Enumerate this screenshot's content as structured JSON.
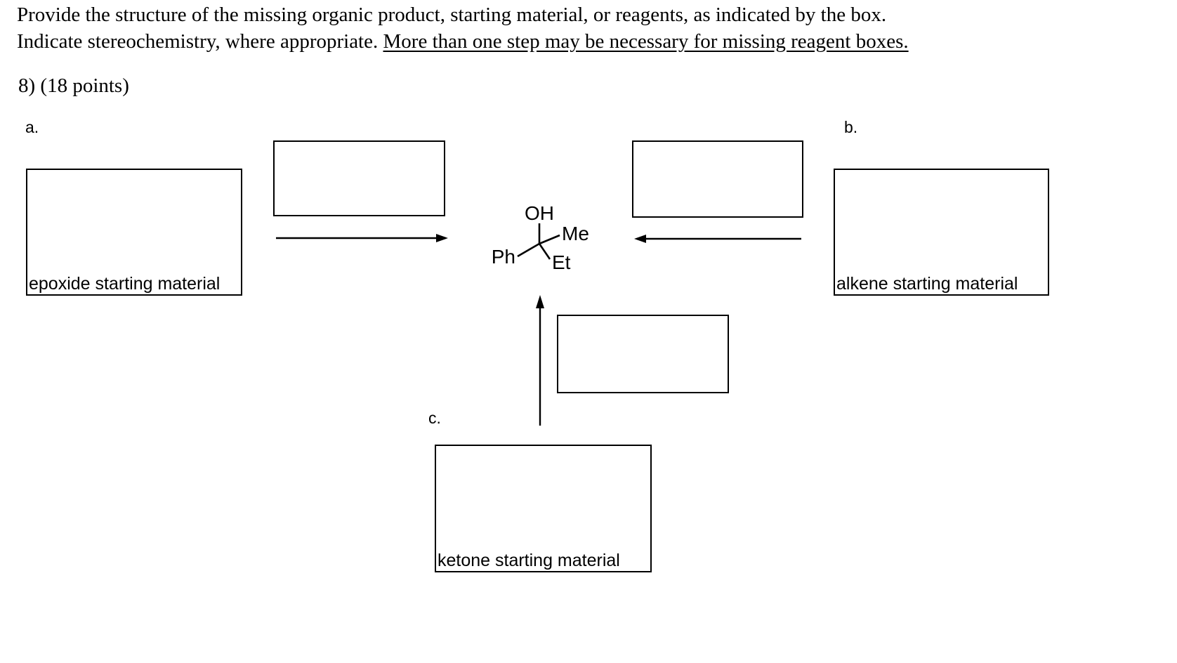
{
  "prompt": {
    "line1": "Provide the structure of the missing organic product, starting material, or reagents, as indicated by the box.",
    "line2_plain": "Indicate stereochemistry, where appropriate. ",
    "line2_underlined": "More than one step may be necessary for missing reagent boxes.",
    "points": "8) (18 points)"
  },
  "parts": {
    "a": "a.",
    "b": "b.",
    "c": "c."
  },
  "boxes": {
    "epoxide": {
      "label": "epoxide starting material"
    },
    "alkene": {
      "label": "alkene starting material"
    },
    "ketone": {
      "label": "ketone starting material"
    },
    "reagent_a": {
      "label": ""
    },
    "reagent_b": {
      "label": ""
    },
    "reagent_c": {
      "label": ""
    }
  },
  "product": {
    "hydroxyl": "OH",
    "methyl": "Me",
    "ethyl": "Et",
    "phenyl": "Ph"
  },
  "colors": {
    "ink": "#000000",
    "paper": "#ffffff"
  }
}
